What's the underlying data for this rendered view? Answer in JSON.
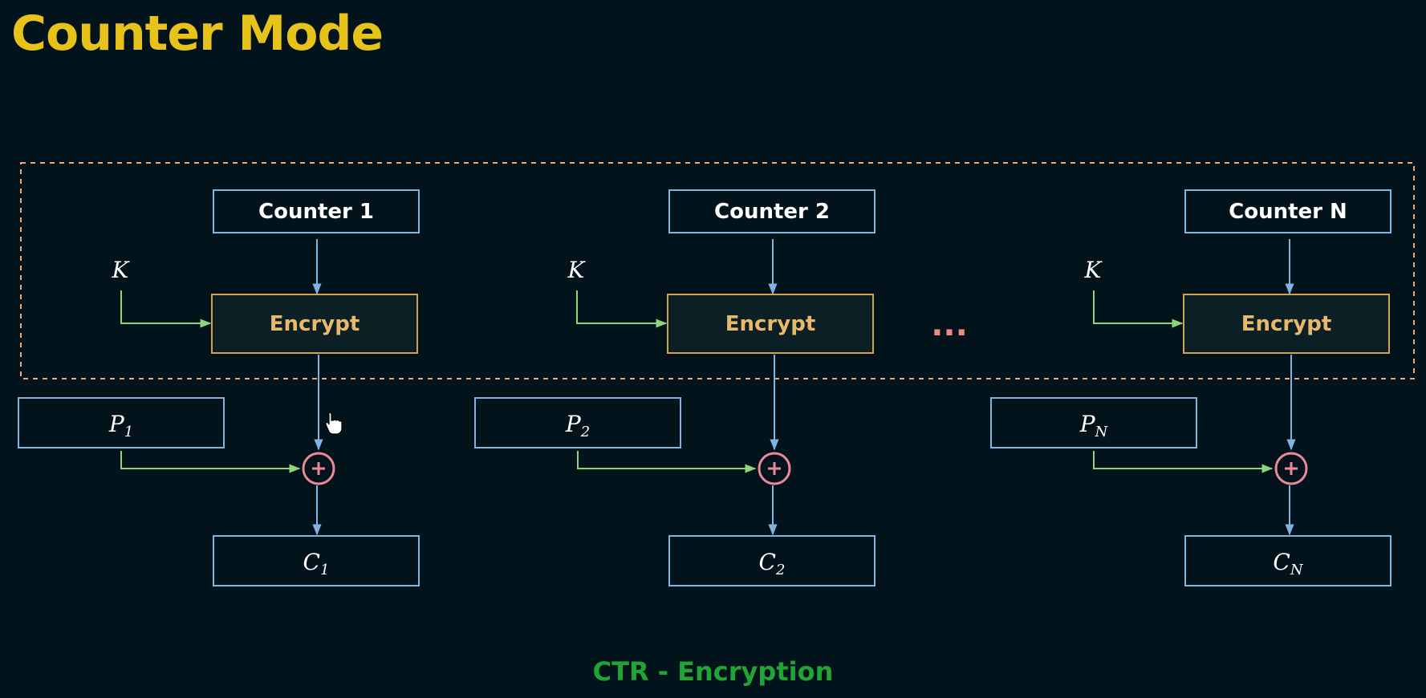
{
  "title": "Counter Mode",
  "caption": "CTR - Encryption",
  "stages": [
    {
      "counter": "Counter 1",
      "key": "K",
      "encrypt": "Encrypt",
      "plain": "P",
      "plain_sub": "1",
      "cipher": "C",
      "cipher_sub": "1"
    },
    {
      "counter": "Counter 2",
      "key": "K",
      "encrypt": "Encrypt",
      "plain": "P",
      "plain_sub": "2",
      "cipher": "C",
      "cipher_sub": "2"
    },
    {
      "counter": "Counter N",
      "key": "K",
      "encrypt": "Encrypt",
      "plain": "P",
      "plain_sub": "N",
      "cipher": "C",
      "cipher_sub": "N"
    }
  ],
  "ellipsis": "...",
  "colors": {
    "title": "#e7c21a",
    "caption": "#21a336",
    "box": "#7fb3e0",
    "encrypt": "#d4a351",
    "key_line": "#8fd47a",
    "xor": "#e88a98",
    "dashed_frame": "#f0a97a"
  }
}
